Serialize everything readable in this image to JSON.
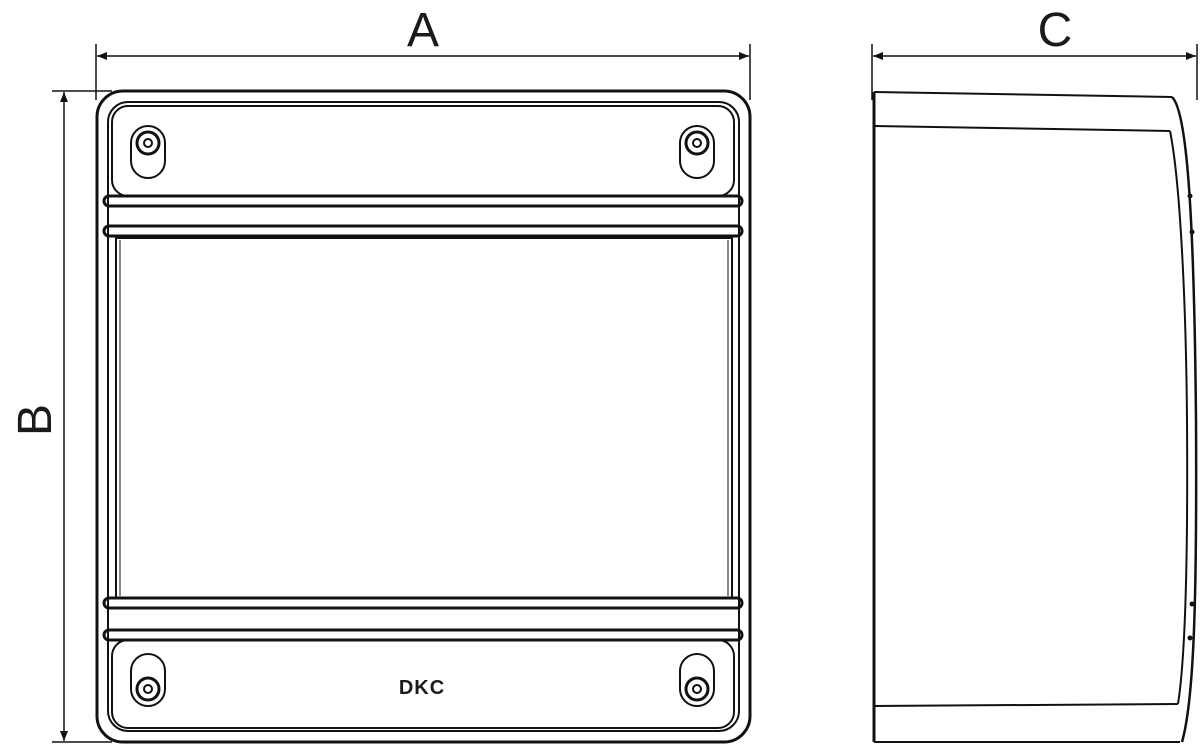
{
  "dimensions": {
    "width_label": "A",
    "height_label": "B",
    "depth_label": "C"
  },
  "front_view": {
    "brand_logo": "DKC"
  },
  "colors": {
    "line": "#111111",
    "background": "#ffffff"
  }
}
